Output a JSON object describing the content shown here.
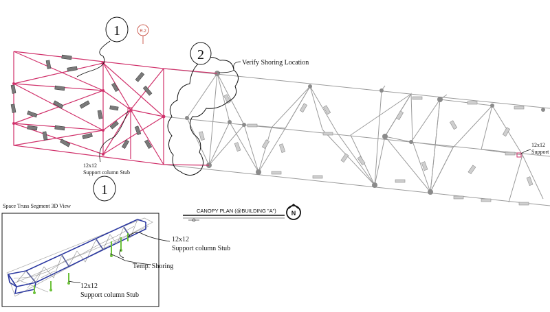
{
  "callouts": {
    "detail_1_top": "1",
    "detail_1_bottom": "1",
    "detail_2": "2",
    "revision_tag": "R.2"
  },
  "notes": {
    "verify_shoring": "Verify Shoring Location",
    "stub_left_line1": "12x12",
    "stub_left_line2": "Support column Stub",
    "stub_right_line1": "12x12",
    "stub_right_line2": "Support"
  },
  "plan_title": "CANOPY PLAN (@BUILDING \"A\")",
  "north_label": "N",
  "inset": {
    "title": "Space Truss Segment 3D View",
    "stub_top_line1": "12x12",
    "stub_top_line2": "Support column Stub",
    "temp_shoring": "Temp. Shoring",
    "stub_bottom_line1": "12x12",
    "stub_bottom_line2": "Support column Stub"
  },
  "colors": {
    "highlight": "#d0306a",
    "structure": "#8a8a8a",
    "member": "#b5b5b5",
    "inset_frame": "#2a37a0",
    "shoring": "#6cc13a"
  }
}
